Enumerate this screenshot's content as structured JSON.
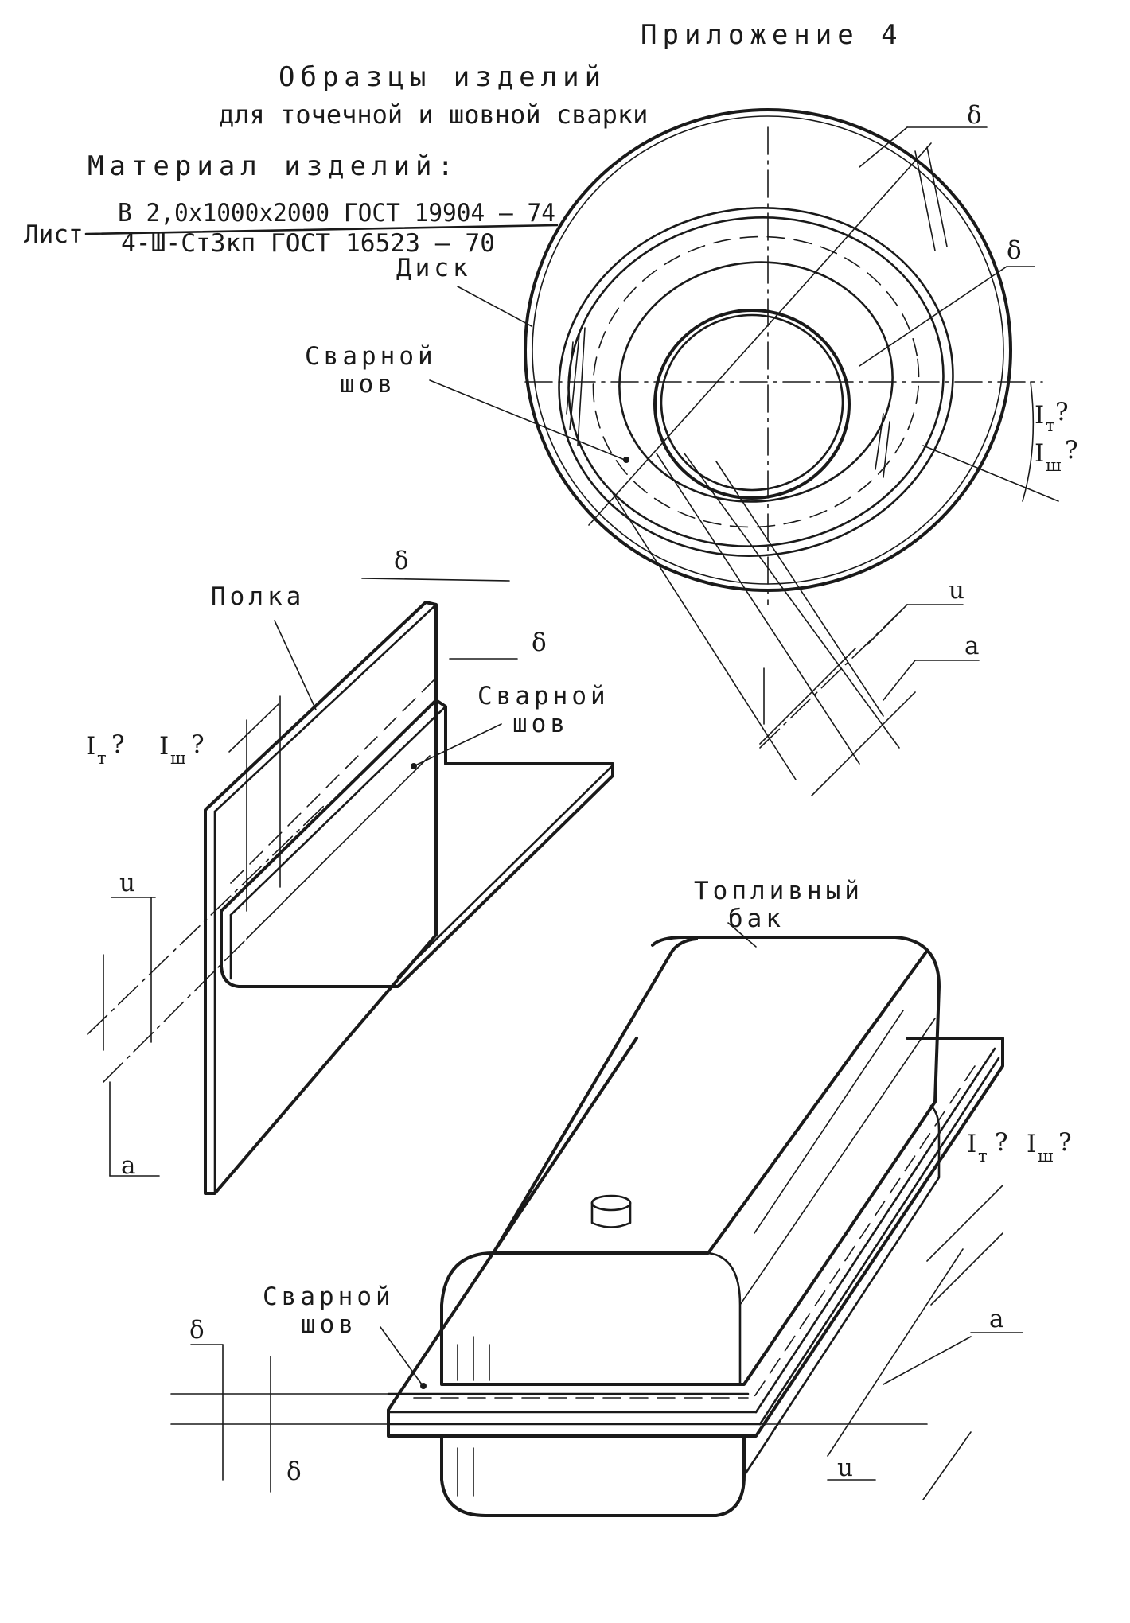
{
  "header": {
    "appendix": "Приложение 4",
    "title_line1": "Образцы изделий",
    "title_line2": "для точечной и шовной сварки",
    "material_heading": "Материал изделий:"
  },
  "material": {
    "prefix": "Лист",
    "numerator": "В 2,0х1000х2000 ГОСТ 19904 – 74",
    "denominator": "4-Ш-Ст3кп ГОСТ 16523 – 70"
  },
  "labels": {
    "disk": "Диск",
    "weld_seam_l1": "Сварной",
    "weld_seam_l2": "шов",
    "shelf": "Полка",
    "tank_l1": "Топливный",
    "tank_l2": "бак",
    "delta": "δ",
    "u": "u",
    "a": "a",
    "I": "I",
    "sub_t": "т",
    "sub_sh": "ш",
    "q": "?"
  }
}
